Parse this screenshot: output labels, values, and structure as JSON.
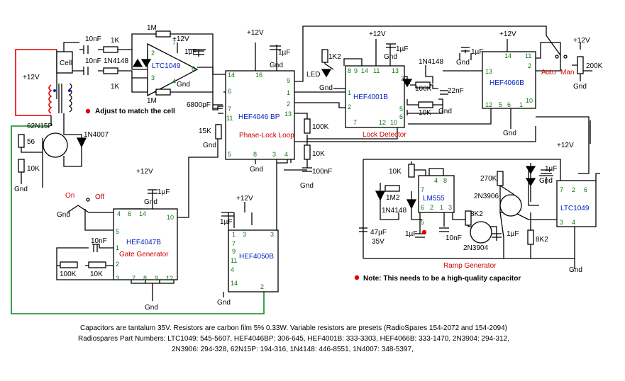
{
  "chips": {
    "ltc1049_top": "LTC1049",
    "hef4046": "HEF4046 BP",
    "pll_label": "Phase-Lock Loop",
    "hef4001": "HEF4001B",
    "lock_label": "Lock Detector",
    "hef4066": "HEF4066B",
    "hef4047": "HEF4047B",
    "gate_label": "Gate Generator",
    "hef4050": "HEF4050B",
    "lm555": "LM555",
    "ltc1049_right": "LTC1049",
    "ramp_label": "Ramp Generator"
  },
  "components": {
    "c10nf_a": "10nF",
    "c10nf_b": "10nF",
    "r1k_a": "1K",
    "r1k_b": "1K",
    "r1m_top": "1M",
    "r1m_bot": "1M",
    "d1n4148_a": "1N4148",
    "cell": "Cell",
    "plus12": "+12V",
    "gnd": "Gnd",
    "c1uf": "1µF",
    "q62n15p": "62N15P",
    "d1n4007": "1N4007",
    "r56": "56",
    "r10k": "10K",
    "c6800pf": "6800pF",
    "r15k": "15K",
    "r1k2": "1K2",
    "led": "LED",
    "d1n4148_b": "1N4148",
    "r100k": "100K",
    "c22nf": "22nF",
    "r100k_b": "100K",
    "r10k_b": "10K",
    "c100nf": "100nF",
    "auto": "Auto",
    "man": "Man",
    "r200k": "200K",
    "on": "On",
    "off": "Off",
    "c10nf_c": "10nF",
    "r100k_c": "100K",
    "r10k_c": "10K",
    "r10k_d": "10K",
    "r1m2": "1M2",
    "d1n4148_c": "1N4148",
    "c47uf": "47µF",
    "v35": "35V",
    "c1uf_b": "1µF",
    "c10nf_d": "10nF",
    "r8k2_a": "8K2",
    "r270k": "270K",
    "q2n3906": "2N3906",
    "q2n3904": "2N3904",
    "r8k2_b": "8K2"
  },
  "notes": {
    "adjust": "Adjust to match the cell",
    "quality": "Note: This needs to be a high-quality capacitor"
  },
  "footer": {
    "line1": "Capacitors are tantalum 35V.  Resistors are carbon film 5% 0.33W.  Variable resistors are presets (RadioSpares 154-2072 and 154-2094)",
    "line2": "Radiospares Part Numbers: LTC1049: 545-5607,  HEF4046BP: 306-645,  HEF4001B: 333-3303,  HEF4066B: 333-1470,  2N3904: 294-312,",
    "line3": "2N3906: 294-328,  62N15P: 194-316,  1N4148: 446-8551,  1N4007: 348-5397,"
  },
  "colors": {
    "chip_text": "#0020c0",
    "label_red": "#d00000",
    "pin_green": "#0a7a10",
    "wire_green": "#0a8a1a",
    "wire_red": "#e00000"
  }
}
